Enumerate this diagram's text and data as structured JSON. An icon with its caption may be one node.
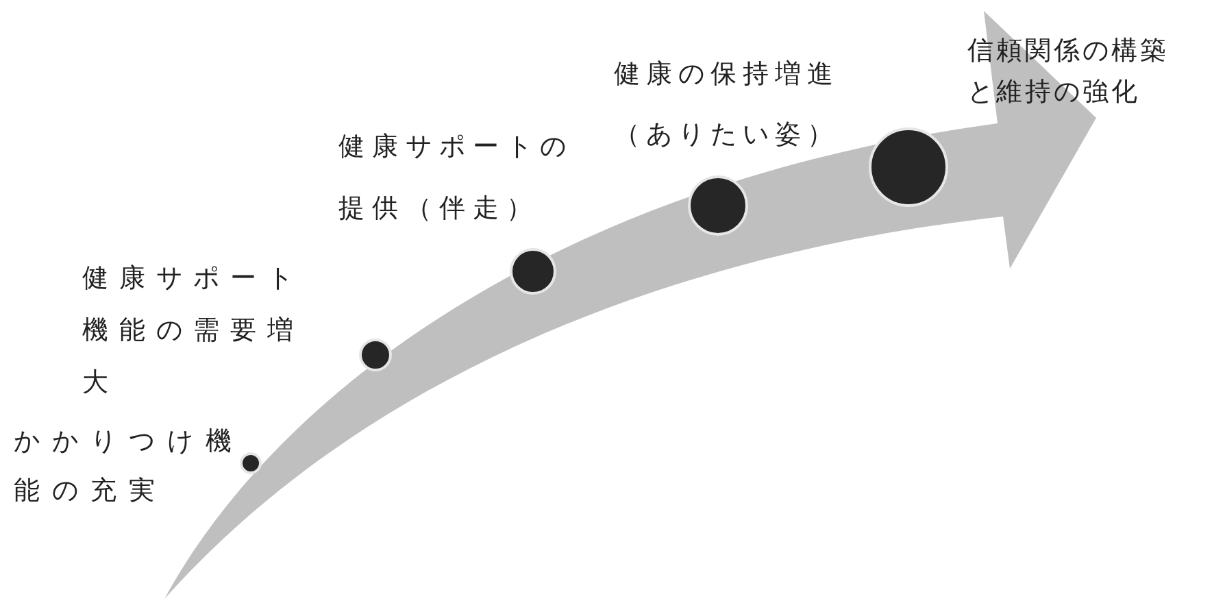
{
  "diagram": {
    "nodes": [
      {
        "text": [],
        "shape": "circle",
        "beside": [
          "かかりつけ機能の充実"
        ]
      },
      {
        "text": [],
        "shape": "circle",
        "beside": [
          "健康サポート機能の需要増大"
        ]
      },
      {
        "text": [],
        "shape": "circle",
        "beside": [
          "健康サポートの提供（伴走）"
        ]
      },
      {
        "text": [],
        "shape": "circle",
        "beside": [
          "健康の保持増進（ありたい姿）"
        ]
      },
      {
        "text": [],
        "shape": "circle"
      }
    ],
    "edges": [],
    "labels": [
      "信頼関係の構築と維持の強化"
    ]
  }
}
